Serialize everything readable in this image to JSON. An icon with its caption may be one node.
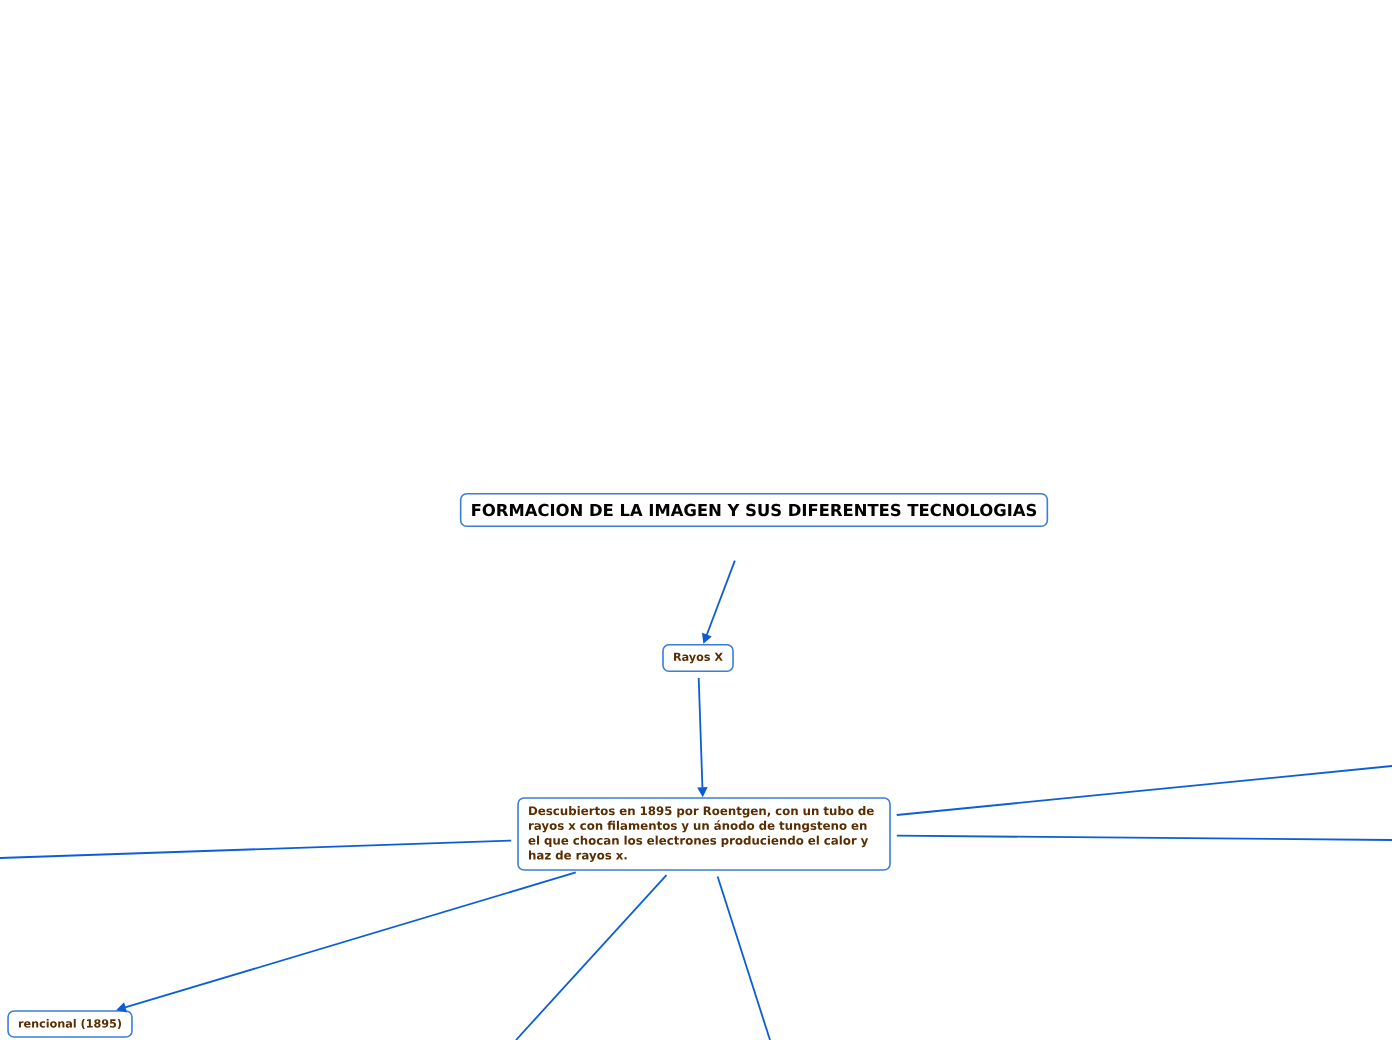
{
  "diagram": {
    "nodes": [
      {
        "text": [
          "FORMACION DE LA IMAGEN Y SUS DIFERENTES TECNOLOGIAS"
        ]
      },
      {
        "text": [
          "Rayos X"
        ]
      },
      {
        "text": [
          "Descubiertos en 1895 por Roentgen, con un tubo de rayos x con filamentos y un ánodo de tungsteno en el que chocan los electrones produciendo el calor y haz de rayos x."
        ]
      },
      {
        "text": [
          "rencional (1895)"
        ]
      }
    ],
    "edges": [
      {
        "from": 0,
        "to": 1,
        "arrow": "to"
      },
      {
        "from": 1,
        "to": 2,
        "arrow": "to"
      },
      {
        "from": 2,
        "to": null,
        "arrow": "none"
      },
      {
        "from": 2,
        "to": 3,
        "arrow": "to"
      },
      {
        "from": 2,
        "to": null,
        "arrow": "none"
      },
      {
        "from": 2,
        "to": null,
        "arrow": "none"
      },
      {
        "from": 2,
        "to": null,
        "arrow": "none"
      },
      {
        "from": 2,
        "to": null,
        "arrow": "none"
      }
    ]
  }
}
